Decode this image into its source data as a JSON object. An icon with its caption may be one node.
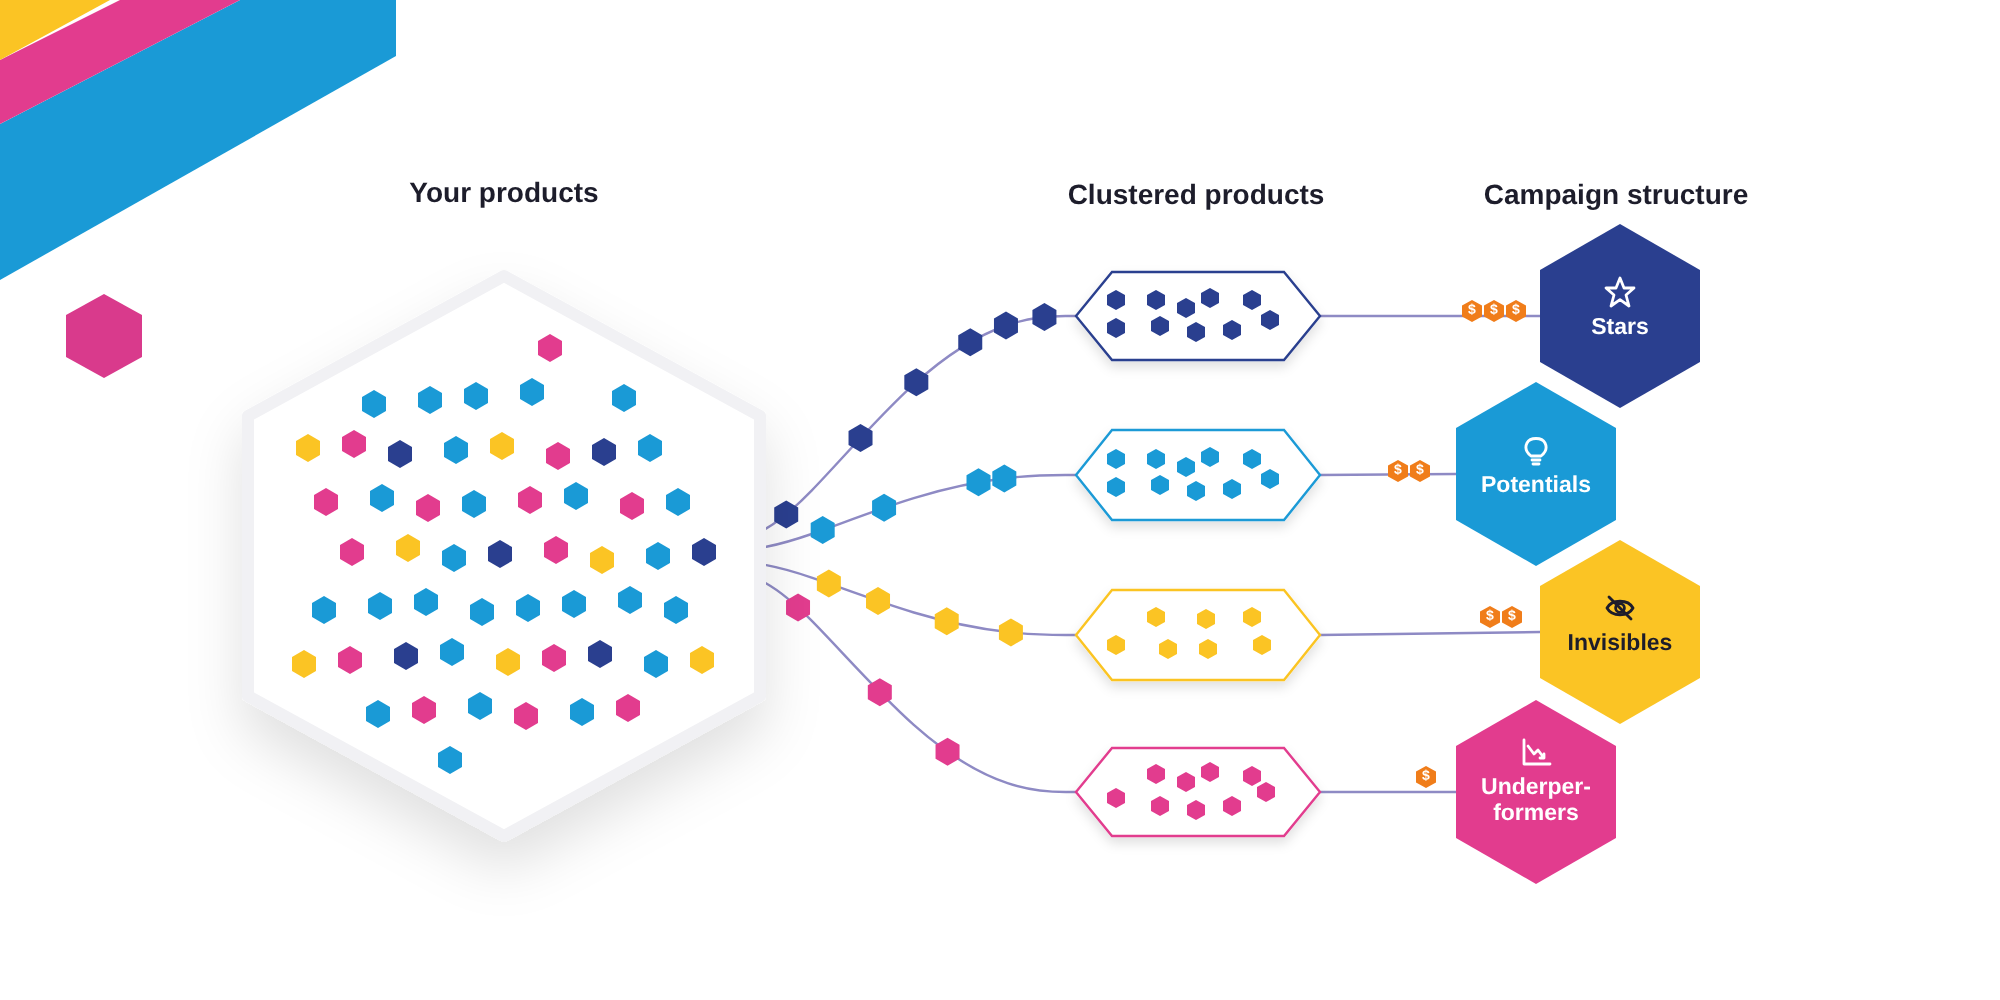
{
  "diagram": {
    "nodes": [
      {
        "text": [
          "Your products"
        ]
      },
      {
        "text": [],
        "shape": "hexagon"
      },
      {
        "text": [],
        "shape": "hexagon"
      },
      {
        "text": [],
        "shape": "hexagon"
      },
      {
        "text": [],
        "shape": "hexagon"
      },
      {
        "text": [
          "Stars"
        ]
      },
      {
        "text": [
          "Potentials"
        ]
      },
      {
        "text": [
          "Invisibles"
        ]
      },
      {
        "text": [
          "Underper-formers"
        ]
      }
    ],
    "edges": [
      {
        "from": 0,
        "to": 1,
        "arrow": "none"
      },
      {
        "from": 0,
        "to": 2,
        "arrow": "none"
      },
      {
        "from": 0,
        "to": 3,
        "arrow": "none"
      },
      {
        "from": 0,
        "to": 4,
        "arrow": "none"
      },
      {
        "from": 1,
        "to": 5,
        "arrow": "none"
      },
      {
        "from": 2,
        "to": 6,
        "arrow": "none"
      },
      {
        "from": 3,
        "to": 7,
        "arrow": "none"
      },
      {
        "from": 4,
        "to": 8,
        "arrow": "none"
      }
    ],
    "labels": [
      "Clustered products",
      "Campaign structure",
      "$",
      "$",
      "$",
      "$",
      "$",
      "$",
      "$",
      "$"
    ]
  }
}
